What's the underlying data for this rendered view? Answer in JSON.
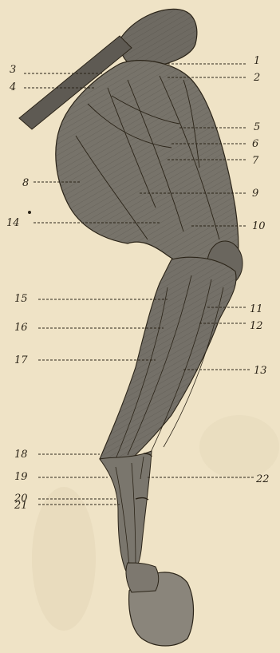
{
  "figure": {
    "ink_color": "#2b2418",
    "muscle_fill": "#6e6a62",
    "paper_color": "#efe3c6",
    "labels": {
      "n1": "1",
      "n2": "2",
      "n3": "3",
      "n4": "4",
      "n5": "5",
      "n6": "6",
      "n7": "7",
      "n8": "8",
      "n9": "9",
      "n10": "10",
      "n11": "11",
      "n12": "12",
      "n13": "13",
      "n14": "14",
      "n15": "15",
      "n16": "16",
      "n17": "17",
      "n18": "18",
      "n19": "19",
      "n20": "20",
      "n21": "21",
      "n22": "22"
    }
  }
}
